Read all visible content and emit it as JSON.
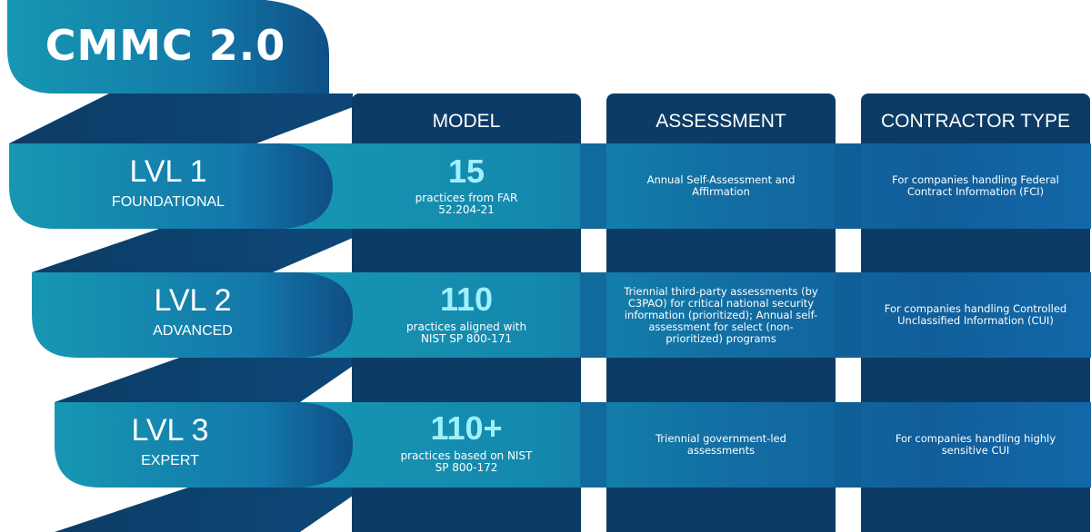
{
  "title": "CMMC 2.0",
  "columns": [
    "MODEL",
    "ASSESSMENT",
    "CONTRACTOR TYPE"
  ],
  "levels": [
    {
      "name": "LVL 1",
      "tier": "FOUNDATIONAL",
      "practice_count": "15",
      "practice_text": "practices from FAR 52.204-21",
      "assessment": "Annual Self-Assessment and Affirmation",
      "contractor": "For companies handling Federal Contract Information (FCI)"
    },
    {
      "name": "LVL 2",
      "tier": "ADVANCED",
      "practice_count": "110",
      "practice_text": "practices aligned with NIST SP 800-171",
      "assessment": "Triennial third-party assessments (by C3PAO) for critical national security information (prioritized); Annual self-assessment for select (non-prioritized) programs",
      "contractor": "For companies handling Controlled Unclassified Information (CUI)"
    },
    {
      "name": "LVL 3",
      "tier": "EXPERT",
      "practice_count": "110+",
      "practice_text": "practices based on NIST SP 800-172",
      "assessment": "Triennial government-led assessments",
      "contractor": "For companies handling highly sensitive CUI"
    }
  ],
  "colors": {
    "dark_navy": "#0c3c66",
    "teal": "#1791b0",
    "mid_blue": "#125f96",
    "cyan_text": "#9ff0ff"
  }
}
